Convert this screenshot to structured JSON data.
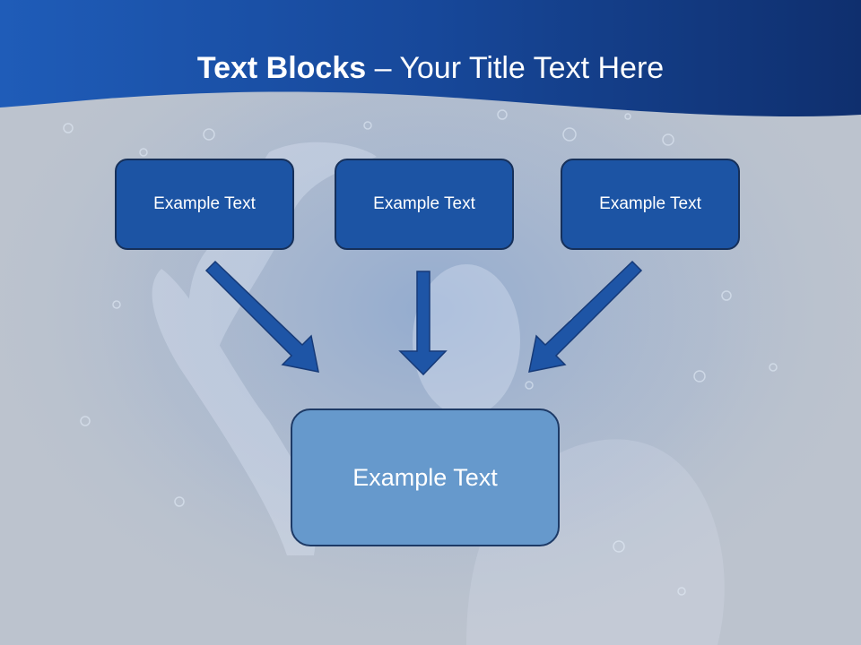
{
  "title": {
    "bold": "Text Blocks",
    "dash": " – ",
    "rest": "Your Title Text Here"
  },
  "blocks": {
    "left": "Example Text",
    "center": "Example Text",
    "right": "Example Text",
    "main": "Example Text"
  },
  "colors": {
    "header": "#1a4fa0",
    "top_box": "#1c54a4",
    "main_box": "#6699cc",
    "arrow": "#1e55a6",
    "background": "#b9c2cf"
  }
}
